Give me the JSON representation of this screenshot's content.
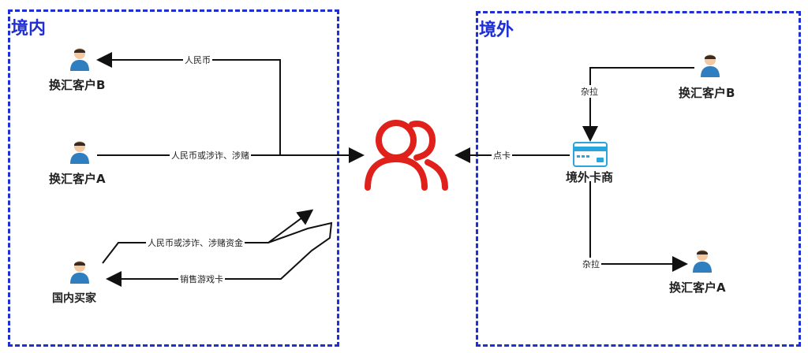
{
  "regions": {
    "domestic": "境内",
    "overseas": "境外"
  },
  "nodes": {
    "domestic_customer_b": "换汇客户B",
    "domestic_customer_a": "换汇客户A",
    "domestic_buyer": "国内买家",
    "overseas_customer_b": "换汇客户B",
    "overseas_card_dealer": "境外卡商",
    "overseas_customer_a": "换汇客户A"
  },
  "edges": {
    "rmb": "人民币",
    "rmb_fraud_gambling": "人民币或涉诈、涉赌",
    "rmb_fraud_gambling_funds": "人民币或涉诈、涉赌资金",
    "sell_game_cards": "销售游戏卡",
    "top_up": "点卡",
    "split_b": "杂拉",
    "split_a": "杂拉"
  },
  "colors": {
    "region_border": "#1f2fd6",
    "hub_icon": "#e0201b",
    "person_icon": "#2f7fc0",
    "card_icon": "#2aa6dc",
    "arrow": "#111111"
  },
  "icons": {
    "hub": "user-group-icon",
    "person": "person-icon",
    "card": "bank-card-icon"
  }
}
